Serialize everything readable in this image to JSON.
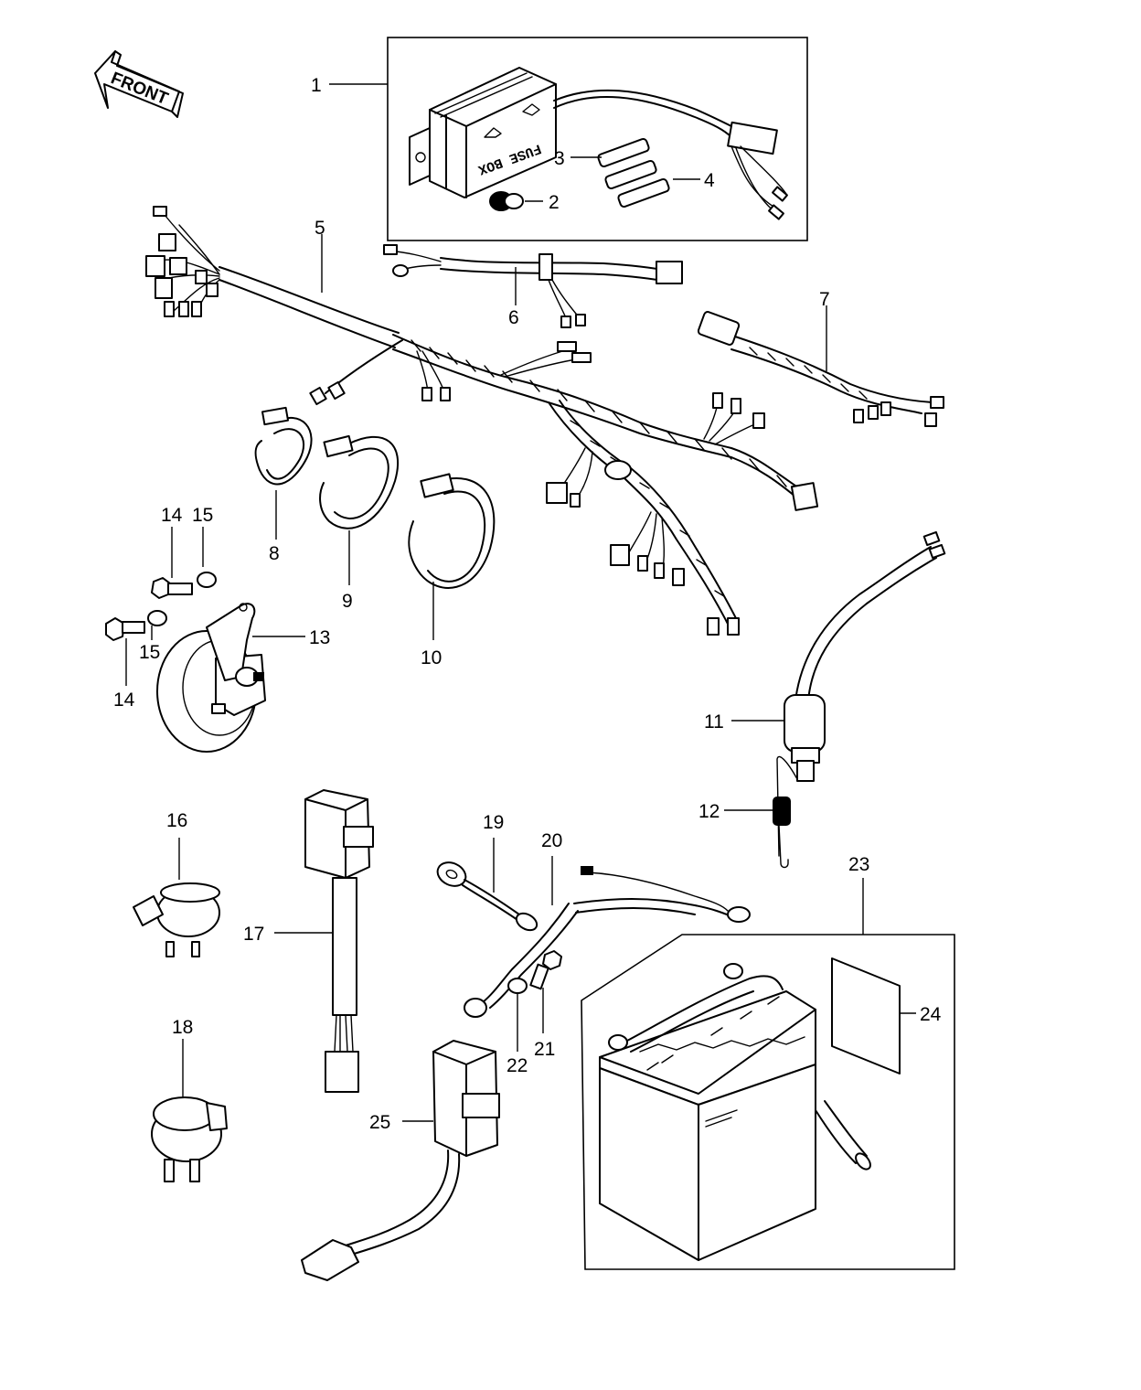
{
  "direction_label": "FRONT",
  "fuse_box_label": "FUSE BOX",
  "callouts": {
    "c1": "1",
    "c2": "2",
    "c3": "3",
    "c4": "4",
    "c5": "5",
    "c6": "6",
    "c7": "7",
    "c8": "8",
    "c9": "9",
    "c10": "10",
    "c11": "11",
    "c12": "12",
    "c13": "13",
    "c14a": "14",
    "c14b": "14",
    "c15a": "15",
    "c15b": "15",
    "c16": "16",
    "c17": "17",
    "c18": "18",
    "c19": "19",
    "c20": "20",
    "c21": "21",
    "c22": "22",
    "c23": "23",
    "c24": "24",
    "c25": "25"
  }
}
